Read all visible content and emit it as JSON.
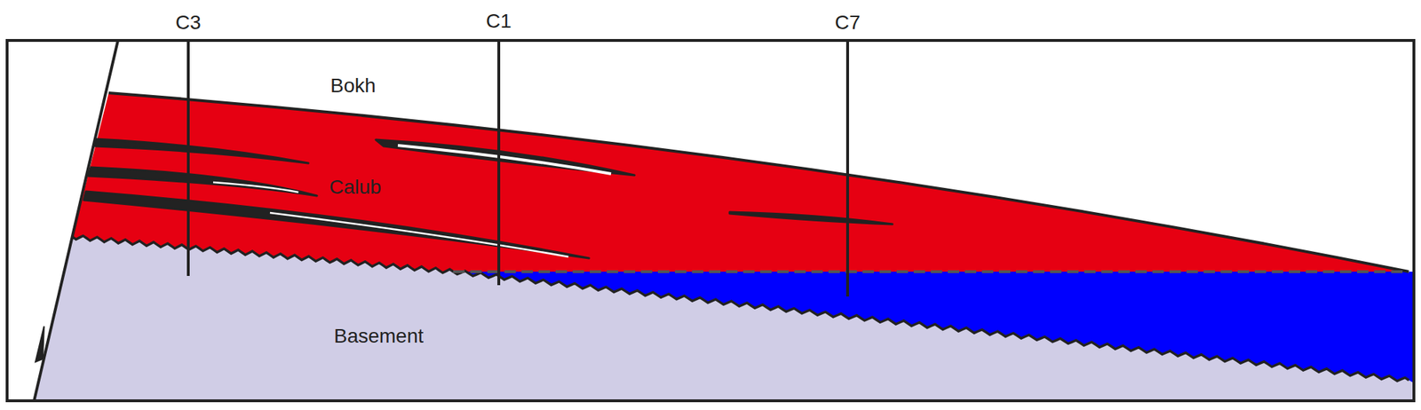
{
  "diagram": {
    "labels": [
      "C3",
      "C1",
      "C7",
      "Bokh",
      "Calub",
      "Basement"
    ]
  }
}
